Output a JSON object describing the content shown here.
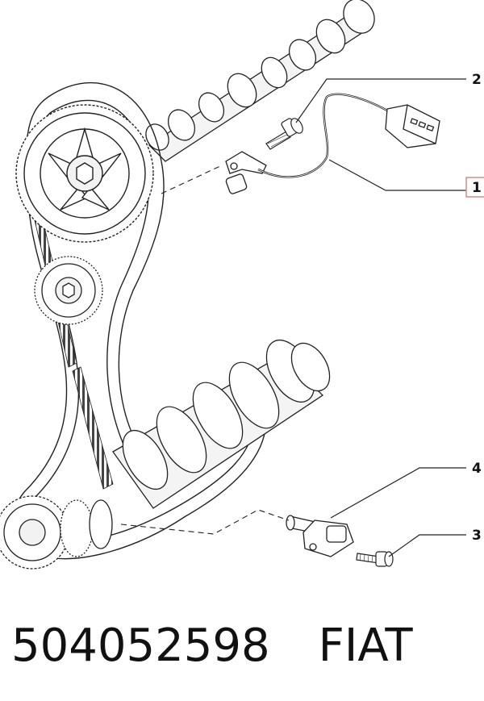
{
  "callouts": [
    {
      "num": "2"
    },
    {
      "num": "1"
    },
    {
      "num": "4"
    },
    {
      "num": "3"
    }
  ],
  "caption": {
    "part_number": "504052598",
    "brand": "FIAT"
  },
  "colors": {
    "line": "#222222",
    "highlight_box": "#d98080",
    "fill": "#ffffff"
  }
}
